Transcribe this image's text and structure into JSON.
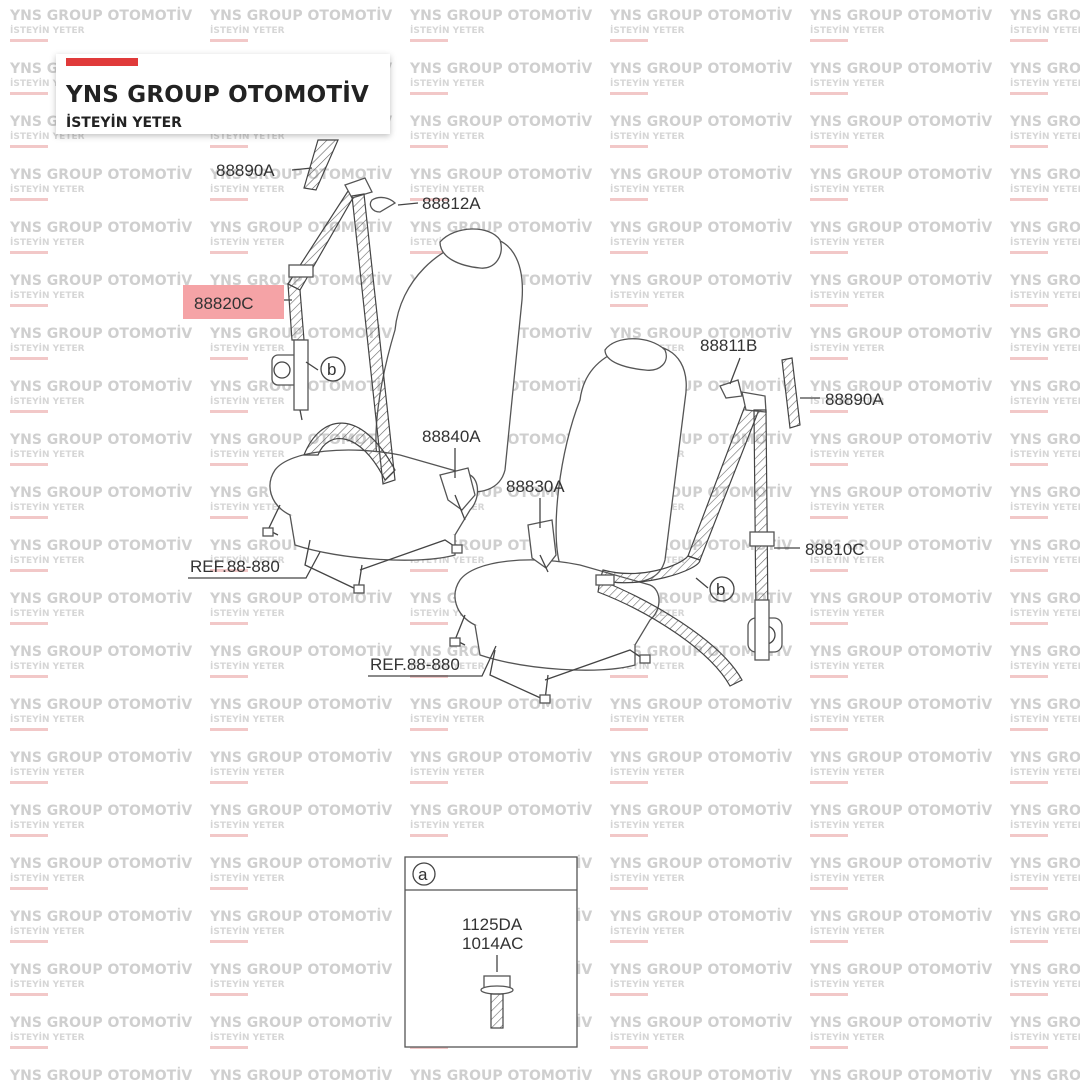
{
  "brand": {
    "title": "YNS GROUP OTOMOTİV",
    "subtitle": "İSTEYİN YETER",
    "accent_color": "#e03a3a"
  },
  "watermark": {
    "title": "YNS GROUP OTOMOTİV",
    "subtitle": "İSTEYİN YETER"
  },
  "labels": {
    "p88890a_left": "88890A",
    "p88812a": "88812A",
    "p88820c": "88820C",
    "callout_b_left": "b",
    "p88811b": "88811B",
    "p88890a_right": "88890A",
    "p88840a": "88840A",
    "p88830a": "88830A",
    "p88810c": "88810C",
    "callout_b_right": "b",
    "ref_left": "REF.88-880",
    "ref_right": "REF.88-880"
  },
  "highlight_color": "#f5a3a6",
  "detail_box": {
    "callout": "a",
    "part1": "1125DA",
    "part2": "1014AC"
  }
}
